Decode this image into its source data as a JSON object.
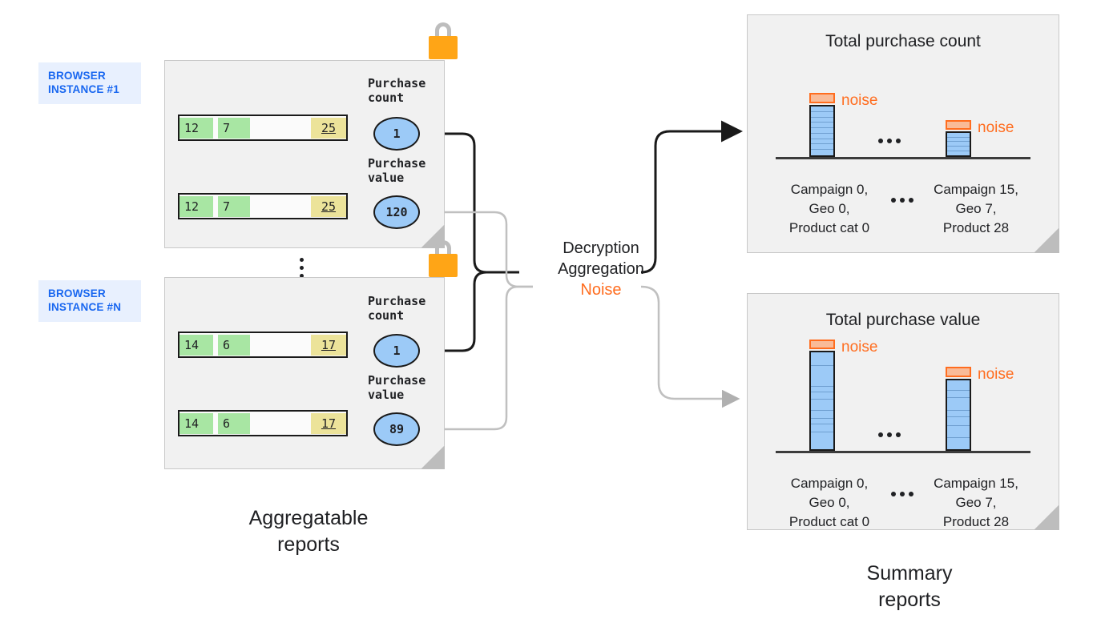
{
  "diagram": {
    "title": "Private Aggregation / Attribution Reporting flow",
    "colors": {
      "accent_blue": "#1967f0",
      "noise_orange": "#ff6d1f",
      "bar_blue": "#9ccaf7",
      "cell_green": "#a8e6a3",
      "cell_yellow": "#ece39a",
      "lock_orange": "#ffa516",
      "panel_gray": "#f1f1f1"
    }
  },
  "left": {
    "caption": "Aggregatable\nreports",
    "instances": [
      {
        "badge": "BROWSER\nINSTANCE #1",
        "lock_icon": "padlock-icon",
        "rows": [
          {
            "cells": [
              "12",
              "7",
              "25"
            ]
          },
          {
            "cells": [
              "12",
              "7",
              "25"
            ]
          }
        ],
        "metrics": [
          {
            "label": "Purchase\ncount",
            "value": "1"
          },
          {
            "label": "Purchase\nvalue",
            "value": "120"
          }
        ]
      },
      {
        "badge": "BROWSER\nINSTANCE #N",
        "lock_icon": "padlock-icon",
        "rows": [
          {
            "cells": [
              "14",
              "6",
              "17"
            ]
          },
          {
            "cells": [
              "14",
              "6",
              "17"
            ]
          }
        ],
        "metrics": [
          {
            "label": "Purchase\ncount",
            "value": "1"
          },
          {
            "label": "Purchase\nvalue",
            "value": "89"
          }
        ]
      }
    ],
    "ellipsis": "vertical-ellipsis"
  },
  "center": {
    "line1": "Decryption",
    "line2": "Aggregation",
    "line3": "Noise"
  },
  "right": {
    "caption": "Summary\nreports",
    "noise_label": "noise",
    "ellipsis": "...",
    "panels": [
      {
        "title": "Total purchase count",
        "chart_data": {
          "type": "bar",
          "title": "Total purchase count",
          "categories": [
            "Campaign 0,\nGeo 0,\nProduct cat 0",
            "Campaign 15,\nGeo 7,\nProduct 28"
          ],
          "values": [
            11,
            5
          ],
          "noise": [
            1,
            1
          ],
          "segments": [
            11,
            5
          ],
          "annotations": [
            "noise",
            "noise"
          ],
          "xlabel": "",
          "ylabel": "",
          "grid": false,
          "legend": "none"
        }
      },
      {
        "title": "Total purchase value",
        "chart_data": {
          "type": "bar",
          "title": "Total purchase value",
          "categories": [
            "Campaign 0,\nGeo 0,\nProduct cat 0",
            "Campaign 15,\nGeo 7,\nProduct 28"
          ],
          "values": [
            12,
            8
          ],
          "noise": [
            1,
            1
          ],
          "segments": [
            12,
            8
          ],
          "annotations": [
            "noise",
            "noise"
          ],
          "xlabel": "",
          "ylabel": "",
          "grid": false,
          "legend": "none"
        }
      }
    ]
  }
}
